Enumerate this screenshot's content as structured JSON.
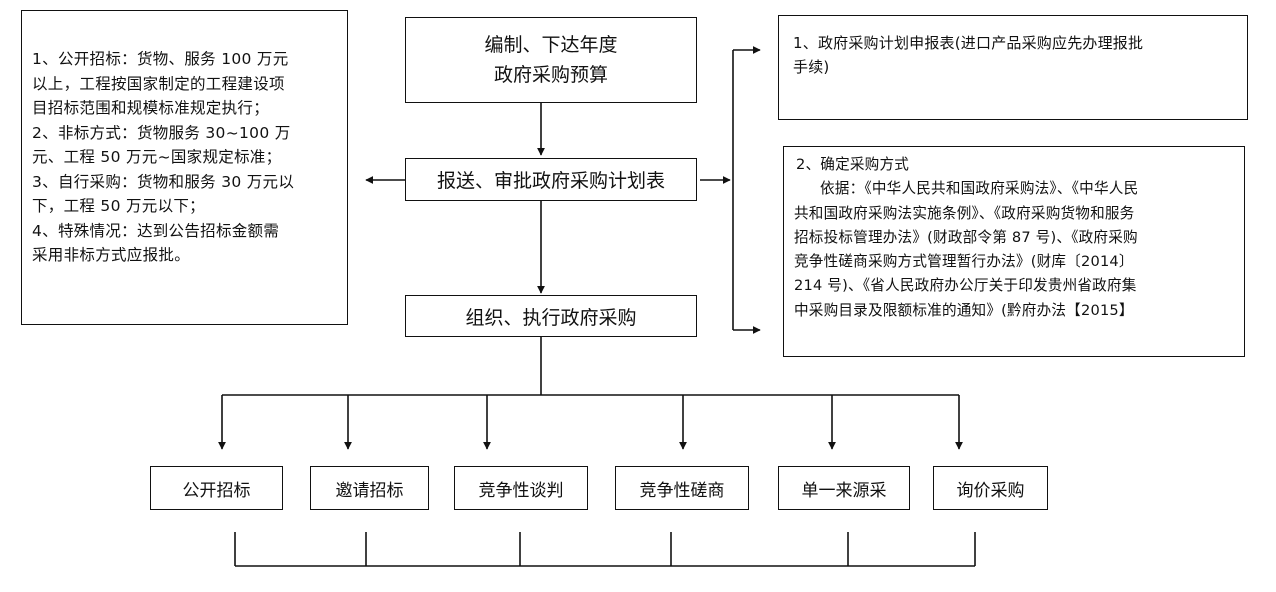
{
  "steps": {
    "step1_line1": "编制、下达年度",
    "step1_line2": "政府采购预算",
    "step2": "报送、审批政府采购计划表",
    "step3": "组织、执行政府采购"
  },
  "left_notes": [
    "1、公开招标：货物、服务 100 万元",
    "以上，工程按国家制定的工程建设项",
    "目招标范围和规模标准规定执行；",
    "2、非标方式：货物服务 30~100 万",
    "元、工程 50 万元~国家规定标准；",
    "3、自行采购：货物和服务 30 万元以",
    "下，工程 50 万元以下；",
    "4、特殊情况：达到公告招标金额需",
    "采用非标方式应报批。"
  ],
  "right_top": [
    "1、政府采购计划申报表(进口产品采购应先办理报批",
    "手续)"
  ],
  "right_bottom": [
    "2、确定采购方式",
    "依据：《中华人民共和国政府采购法》、《中华人民",
    "共和国政府采购法实施条例》、《政府采购货物和服务",
    "招标投标管理办法》(财政部令第 87 号)、《政府采购",
    "竞争性磋商采购方式管理暂行办法》(财库〔2014〕",
    "214 号)、《省人民政府办公厅关于印发贵州省政府集",
    "中采购目录及限额标准的通知》(黔府办法【2015】"
  ],
  "methods": [
    "公开招标",
    "邀请招标",
    "竞争性谈判",
    "竞争性磋商",
    "单一来源采",
    "询价采购"
  ]
}
